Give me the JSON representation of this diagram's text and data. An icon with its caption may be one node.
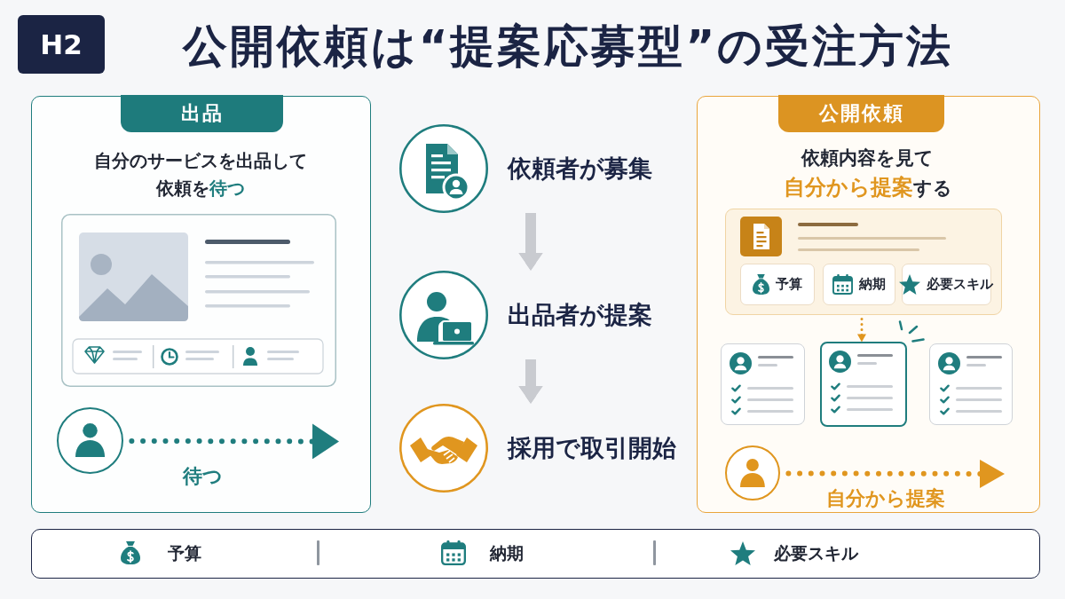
{
  "diagram": {
    "title": "公開依頼は“提案応募型”の受注方法",
    "nodes": [
      {
        "text": [
          "H2"
        ]
      },
      {
        "text": [
          "自分のサービスを出品して依頼を**待つ**"
        ]
      },
      {
        "text": [
          "出品"
        ],
        "in": 1
      },
      {
        "text": [],
        "shape": "person",
        "in": 1
      },
      {
        "text": [
          "依頼者が募集"
        ]
      },
      {
        "text": [
          "出品者が提案"
        ]
      },
      {
        "text": [
          "採用で取引開始"
        ]
      },
      {
        "text": [
          "依頼内容を見て**自分から提案**する"
        ]
      },
      {
        "text": [
          "公開依頼"
        ],
        "in": 7
      },
      {
        "text": [],
        "shape": "box",
        "in": 7
      },
      {
        "text": [
          "予算"
        ],
        "in": 9
      },
      {
        "text": [
          "納期"
        ],
        "in": 9
      },
      {
        "text": [
          "必要スキル"
        ],
        "in": 9
      },
      {
        "text": [],
        "shape": "box",
        "in": 7
      },
      {
        "text": [],
        "shape": "box",
        "in": 7
      },
      {
        "text": [],
        "shape": "box",
        "in": 7
      },
      {
        "text": [],
        "shape": "person",
        "in": 7
      },
      {
        "text": [
          "予算",
          "納期",
          "必要スキル"
        ]
      }
    ],
    "edges": [
      {
        "from": 3,
        "to": null,
        "arrow": "to",
        "label": "待つ",
        "style": "dashed",
        "color": "#1f7d7e"
      },
      {
        "from": 4,
        "to": 5,
        "arrow": "to",
        "style": "thick"
      },
      {
        "from": 5,
        "to": 6,
        "arrow": "to",
        "style": "thick"
      },
      {
        "from": 9,
        "to": 14,
        "arrow": "to",
        "style": "dashed",
        "color": "#e0961f"
      },
      {
        "from": 16,
        "to": null,
        "arrow": "to",
        "label": "自分から提案",
        "style": "dashed",
        "color": "#e0961f"
      }
    ]
  }
}
